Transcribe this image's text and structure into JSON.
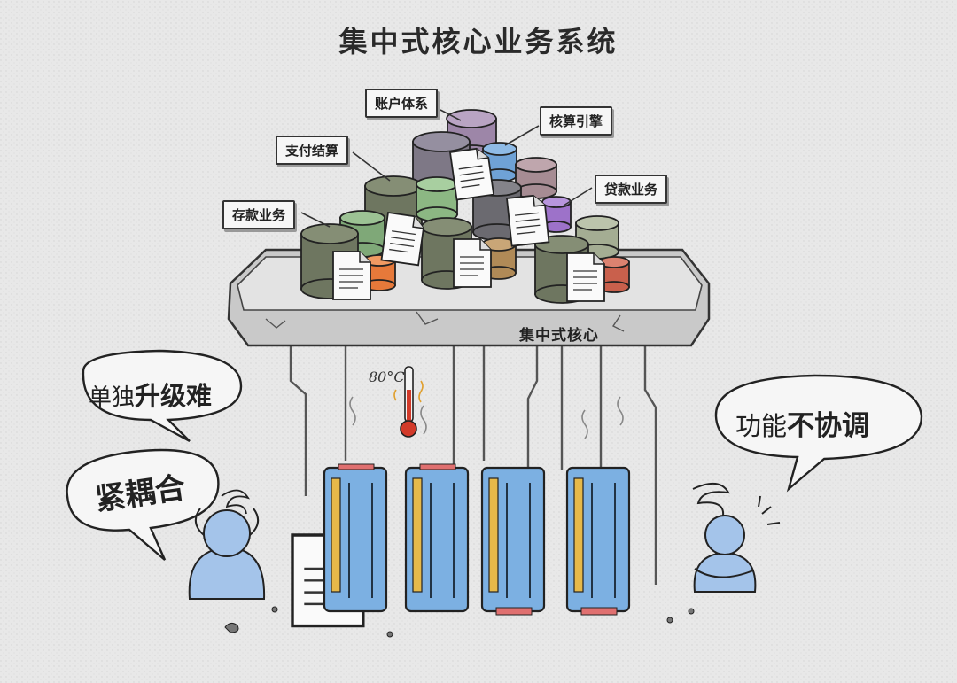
{
  "title": "集中式核心业务系统",
  "labels": {
    "account": "账户体系",
    "accounting": "核算引擎",
    "payment": "支付结算",
    "loan": "贷款业务",
    "deposit": "存款业务",
    "core": "集中式核心"
  },
  "bubbles": {
    "upgrade_prefix": "单独",
    "upgrade_strong": "升级难",
    "coupling": "紧耦合",
    "function_prefix": "功能",
    "function_strong": "不协调"
  },
  "thermometer": "80°C",
  "colors": {
    "olive": "#6e7660",
    "purple": "#9d86a8",
    "blue": "#6fa2d6",
    "green": "#8cb783",
    "orange": "#e6793a",
    "red": "#c9604c",
    "brown": "#b08a57",
    "slate": "#7e7886",
    "server": "#7cb0e2"
  }
}
